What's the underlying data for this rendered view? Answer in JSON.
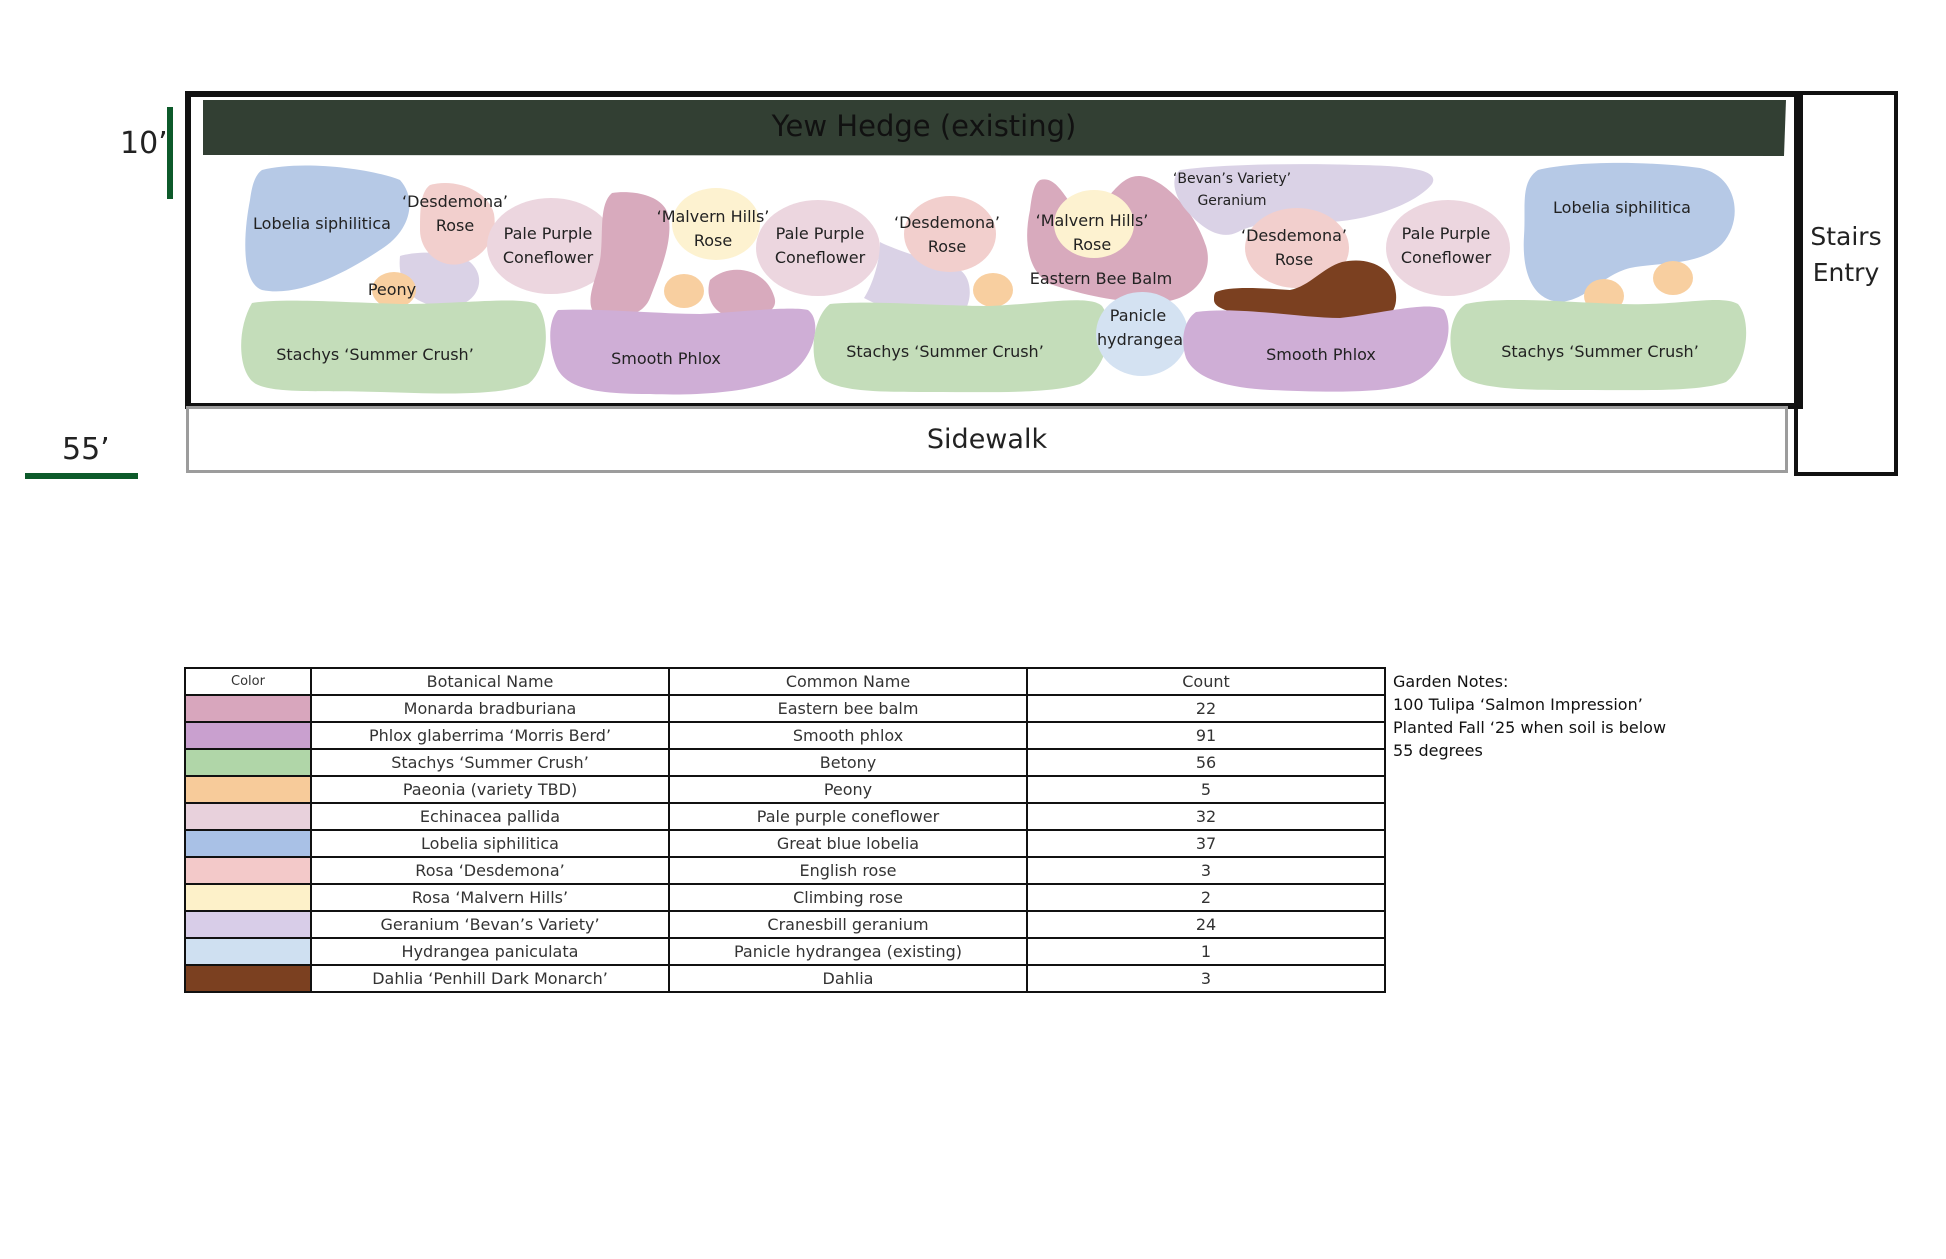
{
  "plan": {
    "hedge_label": "Yew Hedge (existing)",
    "sidewalk_label": "Sidewalk",
    "stairs_label_1": "Stairs",
    "stairs_label_2": "Entry",
    "dim_vertical": "10’",
    "dim_horizontal": "55’",
    "bed_labels": [
      [
        "Lobelia siphilitica"
      ],
      [
        "‘Desdemona’",
        "Rose"
      ],
      [
        "Peony"
      ],
      [
        "Pale Purple",
        "Coneflower"
      ],
      [
        "‘Malvern Hills’",
        "Rose"
      ],
      [
        "Pale Purple",
        "Coneflower"
      ],
      [
        "‘Desdemona’",
        "Rose"
      ],
      [
        "‘Malvern Hills’",
        "Rose"
      ],
      [
        "Eastern Bee Balm"
      ],
      [
        "‘Bevan’s Variety’",
        "Geranium"
      ],
      [
        "‘Desdemona’",
        "Rose"
      ],
      [
        "Pale Purple",
        "Coneflower"
      ],
      [
        "Lobelia siphilitica"
      ],
      [
        "Stachys ‘Summer Crush’"
      ],
      [
        "Smooth Phlox"
      ],
      [
        "Stachys ‘Summer Crush’"
      ],
      [
        "Panicle",
        "hydrangea"
      ],
      [
        "Smooth Phlox"
      ],
      [
        "Stachys ‘Summer Crush’"
      ]
    ]
  },
  "colors": {
    "hedge": "#323f33",
    "bee_balm": "#d8aabd",
    "phlox": "#cfaed6",
    "stachys": "#c4ddba",
    "peony": "#f8cfa0",
    "coneflower": "#ecd6df",
    "lobelia": "#b6c9e6",
    "desdemona": "#f2cfcd",
    "malvern": "#fdf2d0",
    "geranium": "#dad2e6",
    "hydrangea": "#d4e2f2",
    "dahlia": "#7b4020",
    "scale": "#0d5a2a"
  },
  "table": {
    "headers": [
      "Color",
      "Botanical Name",
      "Common Name",
      "Count"
    ],
    "rows": [
      {
        "color": "#d8a6bd",
        "botanical": "Monarda bradburiana",
        "common": "Eastern bee balm",
        "count": "22"
      },
      {
        "color": "#c9a0cf",
        "botanical": "Phlox glaberrima ‘Morris Berd’",
        "common": "Smooth phlox",
        "count": "91"
      },
      {
        "color": "#b0d6a8",
        "botanical": "Stachys ‘Summer Crush’",
        "common": "Betony",
        "count": "56"
      },
      {
        "color": "#f7cb9a",
        "botanical": "Paeonia (variety TBD)",
        "common": "Peony",
        "count": "5"
      },
      {
        "color": "#e8d1dc",
        "botanical": "Echinacea pallida",
        "common": "Pale purple coneflower",
        "count": "32"
      },
      {
        "color": "#a9c1e6",
        "botanical": "Lobelia siphilitica",
        "common": "Great blue lobelia",
        "count": "37"
      },
      {
        "color": "#f3c9c9",
        "botanical": "Rosa ‘Desdemona’",
        "common": "English rose",
        "count": "3"
      },
      {
        "color": "#fdf1c9",
        "botanical": "Rosa ‘Malvern Hills’",
        "common": "Climbing rose",
        "count": "2"
      },
      {
        "color": "#d8cde8",
        "botanical": "Geranium ‘Bevan’s Variety’",
        "common": "Cranesbill geranium",
        "count": "24"
      },
      {
        "color": "#cfe0f1",
        "botanical": "Hydrangea paniculata",
        "common": "Panicle hydrangea (existing)",
        "count": "1"
      },
      {
        "color": "#7b4020",
        "botanical": "Dahlia ‘Penhill Dark Monarch’",
        "common": "Dahlia",
        "count": "3"
      }
    ]
  },
  "notes": {
    "title": "Garden Notes:",
    "line1": "100 Tulipa ‘Salmon Impression’",
    "line2": "Planted Fall ‘25 when soil is below",
    "line3": "55 degrees"
  }
}
